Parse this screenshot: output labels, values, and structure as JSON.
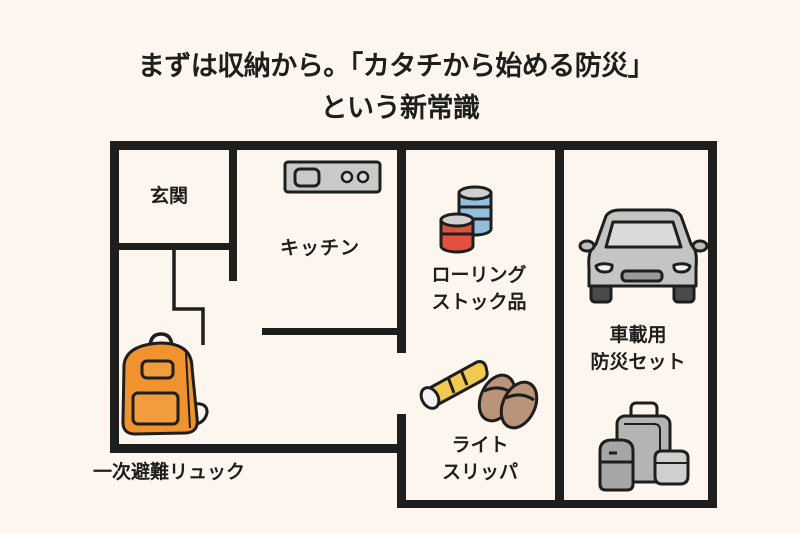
{
  "title": {
    "line1": "まずは収納から。「カタチから始める防災」",
    "line2": "という新常識"
  },
  "rooms": {
    "entrance": "玄関",
    "kitchen": "キッチン",
    "rolling_stock_line1": "ローリング",
    "rolling_stock_line2": "ストック品",
    "car_kit_line1": "車載用",
    "car_kit_line2": "防災セット",
    "light_slipper_line1": "ライト",
    "light_slipper_line2": "スリッパ",
    "backpack": "一次避難リュック"
  },
  "icons": {
    "stove": "stove-icon",
    "cans": "canned-food-icon",
    "car": "car-icon",
    "bags": "luggage-bags-icon",
    "flashlight": "flashlight-icon",
    "slippers": "slippers-icon",
    "backpack": "backpack-icon"
  },
  "colors": {
    "background": "#fcf6ef",
    "wall": "#1e1e1c",
    "backpack": "#f0922e",
    "can_red": "#e2503f",
    "can_blue": "#93bfdc",
    "flashlight": "#f1c950",
    "slipper": "#b9937a",
    "gray": "#bdbdbd"
  }
}
